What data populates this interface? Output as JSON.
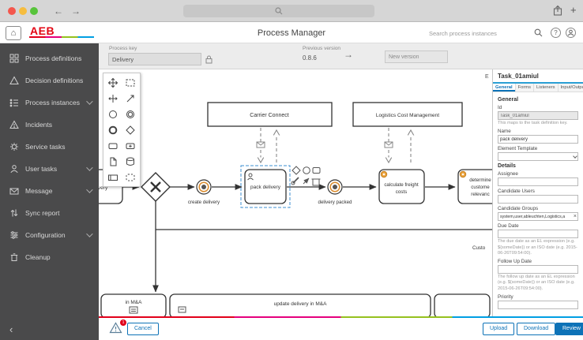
{
  "colors": {
    "accent": "#0d72b7",
    "brand_red": "#e30613",
    "selection_blue": "#3d8fd1",
    "event_orange": "#d98a2b",
    "stripe": [
      "#e2001a",
      "#e5007d",
      "#95c11f",
      "#009fe3"
    ]
  },
  "browser": {
    "back": "←",
    "forward": "→",
    "new_tab": "+"
  },
  "header": {
    "home": "⌂",
    "brand": "AEB",
    "title": "Process Manager",
    "search_placeholder": "Search process instances",
    "help": "?"
  },
  "sidebar": {
    "items": [
      {
        "label": "Process definitions"
      },
      {
        "label": "Decision definitions"
      },
      {
        "label": "Process instances"
      },
      {
        "label": "Incidents"
      },
      {
        "label": "Service tasks"
      },
      {
        "label": "User tasks"
      },
      {
        "label": "Message"
      },
      {
        "label": "Sync report"
      },
      {
        "label": "Configuration"
      },
      {
        "label": "Cleanup"
      }
    ],
    "collapse": "‹"
  },
  "version_bar": {
    "process_key_label": "Process key",
    "process_key_value": "Delivery",
    "previous_version_label": "Previous version",
    "previous_version_value": "0.8.6",
    "arrow": "→",
    "new_version_placeholder": "New version"
  },
  "diagram": {
    "carrier_connect": "Carrier Connect",
    "logistics_cost_management": "Logistics Cost Management",
    "left_task_partial": "delivery",
    "create_delivery": "create delivery",
    "pack_delivery": "pack delivery",
    "delivery_packed": "delivery packed",
    "calculate_freight_line1": "calculate freight",
    "calculate_freight_line2": "costs",
    "determine_line1": "determine",
    "determine_line2": "custome",
    "determine_line3": "relevanc",
    "customer_label": "Custo",
    "in_ma": "in M&A",
    "update_delivery_in_ma": "update delivery in M&A",
    "edge_fragment": "E"
  },
  "panel": {
    "title": "Task_01amiul",
    "tabs": [
      "General",
      "Forms",
      "Listeners",
      "Input/Output"
    ],
    "general_section": "General",
    "details_section": "Details",
    "id_label": "Id",
    "id_value": "Task_01amiul",
    "id_help": "This maps to the task definition key.",
    "name_label": "Name",
    "name_value": "pack delivery",
    "element_template_label": "Element Template",
    "assignee_label": "Assignee",
    "candidate_users_label": "Candidate Users",
    "candidate_groups_label": "Candidate Groups",
    "candidate_groups_value": "system,user,ableuchten,Logistics,a",
    "clear": "×",
    "due_date_label": "Due Date",
    "due_date_help": "The due date as an EL expression (e.g. ${someDate}) or an ISO date (e.g. 2015-06-26T09:54:00).",
    "follow_up_label": "Follow Up Date",
    "follow_up_help": "The follow up date as an EL expression (e.g. ${someDate}) or an ISO date (e.g. 2015-06-26T09:54:00).",
    "priority_label": "Priority"
  },
  "footer": {
    "cancel": "Cancel",
    "upload": "Upload",
    "download": "Download",
    "review": "Review",
    "warning_count": "1"
  }
}
